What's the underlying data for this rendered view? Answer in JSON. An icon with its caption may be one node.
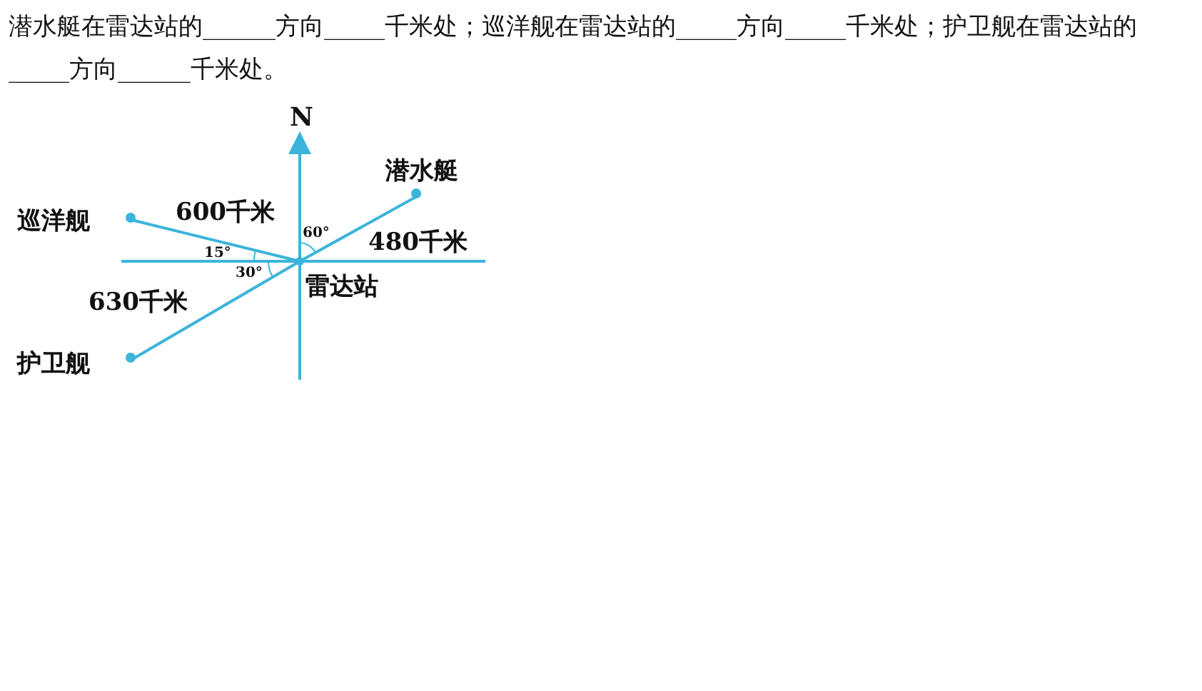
{
  "diagram": {
    "title": "潜水艇在雷达站的______方向_____千米处；巡洋舰在雷达站的_____方向_____千米处；护卫舰在雷达站的_____方向______千米处。",
    "nodes": [
      {
        "text": [],
        "shape": "circle",
        "beside": [
          "雷达站"
        ]
      },
      {
        "text": [
          "潜水艇"
        ]
      },
      {
        "text": [
          "巡洋舰"
        ]
      },
      {
        "text": [
          "护卫舰"
        ]
      }
    ],
    "edges": [
      {
        "from": 0,
        "to": 1,
        "arrow": "none",
        "label": "480千米"
      },
      {
        "from": 0,
        "to": 2,
        "arrow": "none",
        "label": "600千米"
      },
      {
        "from": 0,
        "to": 3,
        "arrow": "none",
        "label": "630千米"
      }
    ],
    "labels": [
      "N",
      "60°",
      "15°",
      "30°"
    ]
  }
}
